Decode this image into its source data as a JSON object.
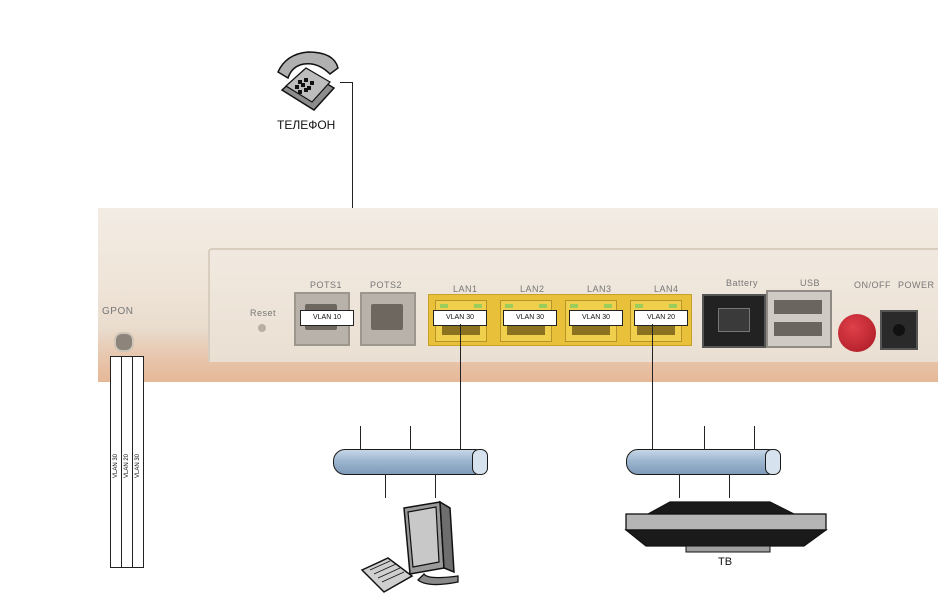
{
  "phone": {
    "label": "ТЕЛЕФОН",
    "icon": "telephone-icon"
  },
  "router": {
    "gpon_label": "GPON",
    "reset_label": "Reset",
    "pots": [
      "POTS1",
      "POTS2"
    ],
    "lan": [
      "LAN1",
      "LAN2",
      "LAN3",
      "LAN4"
    ],
    "battery_label": "Battery",
    "usb_label": "USB",
    "onoff_label": "ON/OFF",
    "power_label": "POWER"
  },
  "vlan_tags": {
    "pots1": "VLAN 10",
    "lan1": "VLAN 30",
    "lan2": "VLAN 30",
    "lan3": "VLAN 30",
    "lan4": "VLAN 20"
  },
  "gpon_fiber_labels": [
    "VLAN 30",
    "VLAN 20",
    "VLAN 30"
  ],
  "pc": {
    "icon": "computer-icon"
  },
  "tv": {
    "label": "ТВ",
    "icon": "tv-icon"
  },
  "colors": {
    "tube": "#9db6d0",
    "lan_yellow": "#e8c03a",
    "power_button": "#c8202a"
  }
}
